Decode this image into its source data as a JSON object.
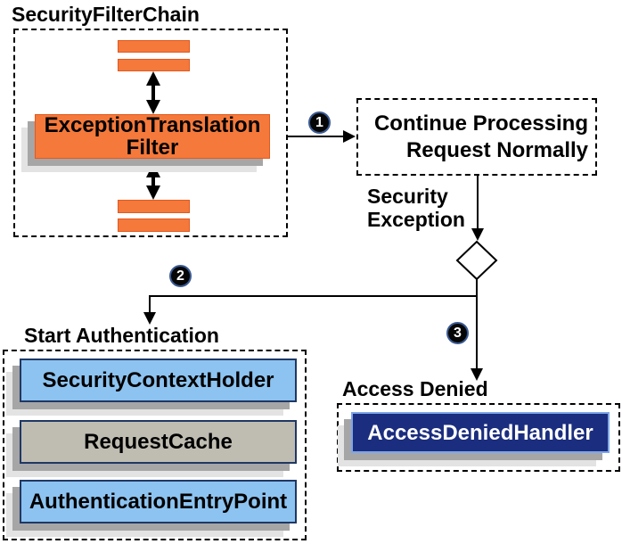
{
  "colors": {
    "orange": "#F4793B",
    "orange_border": "#E2591F",
    "light_blue": "#8DC3F0",
    "gray_box": "#BFBCB2",
    "navy": "#1B2D7E",
    "navy_border": "#1F3864",
    "handler_border": "#7EA6E8",
    "shadow_dark": "#A6A6A6",
    "shadow_light": "#E3E3E3",
    "badge_ring": "#3A5A93"
  },
  "security_filter_chain": {
    "title": "SecurityFilterChain",
    "filter_box": {
      "line1": "ExceptionTranslation",
      "line2": "Filter"
    }
  },
  "continue_box": {
    "line1": "Continue Processing",
    "line2": "Request Normally"
  },
  "security_exception_label": {
    "line1": "Security",
    "line2": "Exception"
  },
  "badges": {
    "step1": "1",
    "step2": "2",
    "step3": "3"
  },
  "start_authentication": {
    "title": "Start Authentication",
    "items": [
      {
        "label": "SecurityContextHolder",
        "variant": "blue"
      },
      {
        "label": "RequestCache",
        "variant": "gray"
      },
      {
        "label": "AuthenticationEntryPoint",
        "variant": "blue"
      }
    ]
  },
  "access_denied": {
    "title": "Access Denied",
    "handler": "AccessDeniedHandler"
  }
}
